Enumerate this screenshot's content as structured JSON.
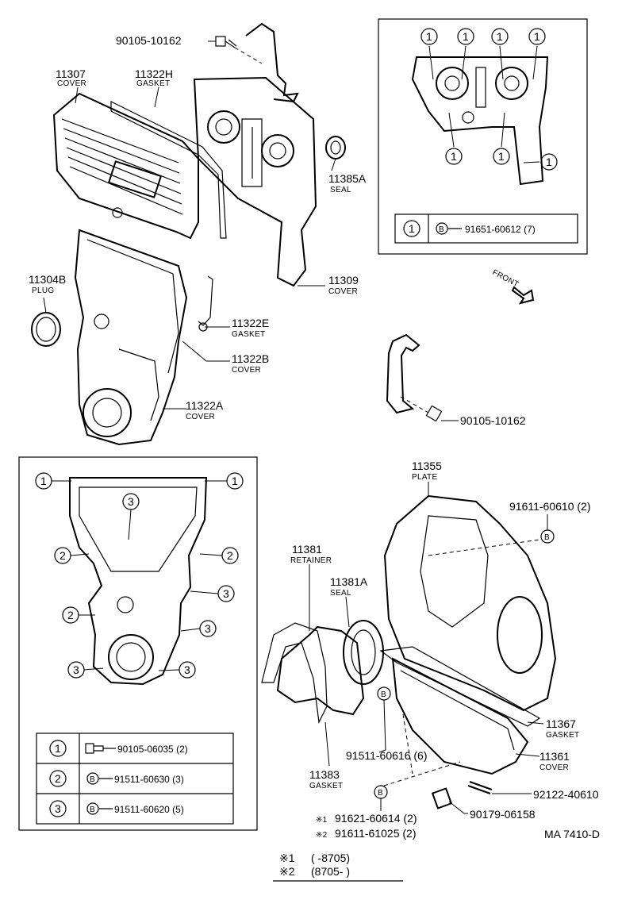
{
  "labels": {
    "bolt_top": "90105-10162",
    "cover_11307_no": "11307",
    "cover_11307_name": "COVER",
    "gasket_11322h_no": "11322H",
    "gasket_11322h_name": "GASKET",
    "seal_11385a_no": "11385A",
    "seal_11385a_name": "SEAL",
    "plug_11304b_no": "11304B",
    "plug_11304b_name": "PLUG",
    "cover_11309_no": "11309",
    "cover_11309_name": "COVER",
    "gasket_11322e_no": "11322E",
    "gasket_11322e_name": "GASKET",
    "cover_11322b_no": "11322B",
    "cover_11322b_name": "COVER",
    "cover_11322a_no": "11322A",
    "cover_11322a_name": "COVER",
    "bolt_mid": "90105-10162",
    "plate_11355_no": "11355",
    "plate_11355_name": "PLATE",
    "bolt_91611_60610": "91611-60610 (2)",
    "retainer_11381_no": "11381",
    "retainer_11381_name": "RETAINER",
    "seal_11381a_no": "11381A",
    "seal_11381a_name": "SEAL",
    "gasket_11367_no": "11367",
    "gasket_11367_name": "GASKET",
    "bolt_91511_60616": "91511-60616 (6)",
    "cover_11361_no": "11361",
    "cover_11361_name": "COVER",
    "gasket_11383_no": "11383",
    "gasket_11383_name": "GASKET",
    "stud_92122": "92122-40610",
    "nut_90179": "90179-06158",
    "mark1": "※1",
    "mark2": "※2",
    "bolt_91621": "91621-60614 (2)",
    "bolt_91611_61025": "91611-61025 (2)",
    "drawing_code": "MA 7410-D",
    "front": "FRONT",
    "bolt_symbol": "B",
    "footnote_1_mark": "※1",
    "footnote_1_range": "(      -8705)",
    "footnote_2_mark": "※2",
    "footnote_2_range": "(8705-      )"
  },
  "inset_top": {
    "callout": "1",
    "table": {
      "key": "1",
      "part": "91651-60612 (7)"
    }
  },
  "inset_bottom": {
    "callouts": [
      "1",
      "2",
      "3"
    ],
    "table": [
      {
        "key": "1",
        "part": "90105-06035 (2)"
      },
      {
        "key": "2",
        "part": "91511-60630 (3)"
      },
      {
        "key": "3",
        "part": "91511-60620 (5)"
      }
    ]
  }
}
